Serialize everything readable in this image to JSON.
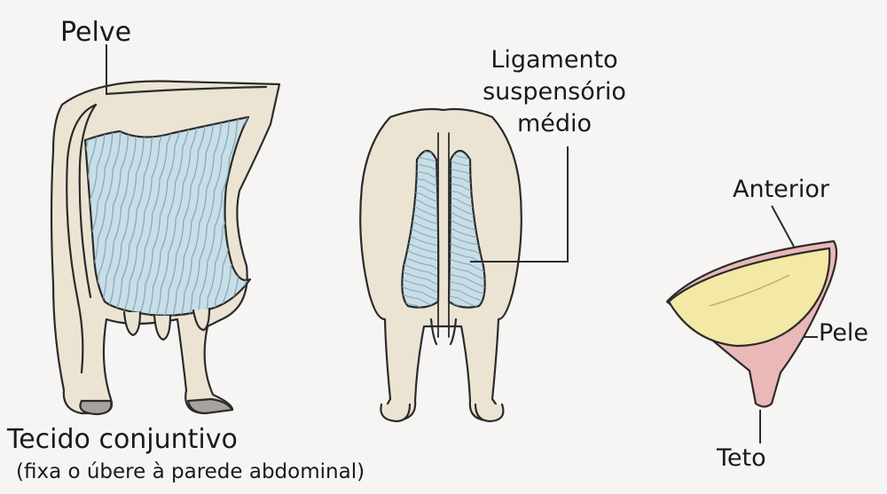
{
  "labels": {
    "pelve": "Pelve",
    "ligamento_line1": "Ligamento",
    "ligamento_line2": "suspensório",
    "ligamento_line3": "médio",
    "anterior": "Anterior",
    "pele": "Pele",
    "teto": "Teto",
    "tecido": "Tecido conjuntivo",
    "tecido_note": "(fixa o úbere à parede abdominal)"
  },
  "colors": {
    "background": "#f6f5f3",
    "body_fill": "#ece4d3",
    "tissue_blue": "#c9dde6",
    "skin_pink": "#eab8b6",
    "fat_yellow": "#f3e8a6",
    "outline": "#2b2b2b"
  },
  "icons": [
    "cow-side-view-illustration",
    "cow-rear-view-illustration",
    "udder-cross-section-illustration"
  ]
}
